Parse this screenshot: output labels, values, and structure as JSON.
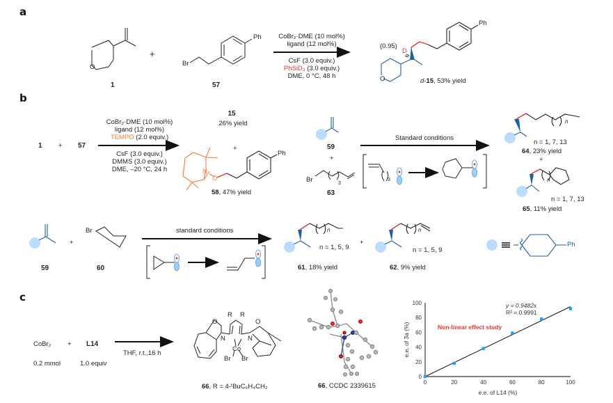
{
  "colors": {
    "bond_black": "#222222",
    "bond_blue": "#1f5fa8",
    "new_bond_red": "#e8332a",
    "tempo_orange": "#f47c3c",
    "placeholder_circle": "#bcdcff",
    "orbital_blue": "#66aee8",
    "chart_point": "#1aa7ec"
  },
  "panel_a": {
    "label": "a",
    "reactant1": "1",
    "plus": "+",
    "reactant2": "57",
    "ph": "Ph",
    "br": "Br",
    "o": "O",
    "conditions_above": [
      "CoBr₂·DME (10 mol%)",
      "ligand (12 mol%)"
    ],
    "conditions_below": [
      "CsF (3.0 equiv.)",
      "PhSiD₃",
      "(3.0 equiv.)",
      "DME, 0 °C, 48 h"
    ],
    "deuterium": "D",
    "d_incorporation": "(0.95)",
    "product_prefix": "d-",
    "product_id": "15",
    "product_yield": ", 53% yield"
  },
  "panel_b": {
    "label": "b",
    "reactant1": "1",
    "plus": "+",
    "reactant2": "57",
    "conditions_above": [
      "CoBr₂·DME (10 mol%)",
      "ligand (12 mol%)",
      "TEMPO",
      "(2.0 equiv.)"
    ],
    "conditions_below": [
      "CsF (3.0 equiv.)",
      "DMMS (3.0 equiv.)",
      "DME, –20 °C, 24 h"
    ],
    "product15_id": "15",
    "product15_yield": "26% yield",
    "product58_id": "58",
    "product58_yield": ", 47% yield",
    "n_atom": "N",
    "o_atom": "O",
    "ph": "Ph",
    "clock1": {
      "alkene_id": "59",
      "bromide_id": "63",
      "subscript3": "3",
      "br": "Br",
      "arrow_label": "Standard conditions",
      "product64_id": "64",
      "product64_yield": ", 23% yield",
      "product64_n": "n = 1, 7, 13",
      "product65_id": "65",
      "product65_yield": ", 11% yield",
      "product65_n": "n = 1, 7, 13",
      "n_sub": "n"
    },
    "clock2": {
      "alkene_id": "59",
      "bromide_id": "60",
      "br": "Br",
      "arrow_label": "standard conditions",
      "product61_id": "61",
      "product61_yield": ", 18% yield",
      "product61_n": "n = 1, 5, 9",
      "product62_id": "62",
      "product62_yield": ", 9% yield",
      "product62_n": "n = 1, 5, 9",
      "n_sub": "n"
    },
    "legend": {
      "equiv_symbol": "≡",
      "ph": "Ph"
    }
  },
  "panel_c": {
    "label": "c",
    "reagent1": "CoBr₂",
    "reagent1_amount": "0.2 mmol",
    "plus": "+",
    "reagent2": "L14",
    "reagent2_amount": "1.0 equiv",
    "conditions": "THF, r.t.,16 h",
    "complex_R": "R",
    "complex_O": "O",
    "complex_N": "N",
    "complex_Co": "Co",
    "complex_Br": "Br",
    "complex_id": "66",
    "complex_desc": ", R = 4-ᵗBuC₆H₄CH₂",
    "crystal_id": "66",
    "crystal_desc": ", CCDC  2339615"
  },
  "chart_data": {
    "type": "scatter",
    "title": "Non-linear effect study",
    "xlabel": "e.e. of L14 (%)",
    "ylabel": "e.e. of 3a (%)",
    "xlim": [
      0,
      100
    ],
    "ylim": [
      0,
      100
    ],
    "x_ticks": [
      0,
      20,
      40,
      60,
      80,
      100
    ],
    "y_ticks": [
      0,
      20,
      40,
      60,
      80,
      100
    ],
    "grid": false,
    "x": [
      0,
      20,
      40,
      60,
      80,
      100
    ],
    "y": [
      0,
      18,
      38,
      59,
      78,
      92
    ],
    "fit": {
      "slope": 0.9482,
      "equation": "y = 0.9482x",
      "r2_label": "R² = 0.9991"
    },
    "annotation": "Non-linear effect study"
  }
}
